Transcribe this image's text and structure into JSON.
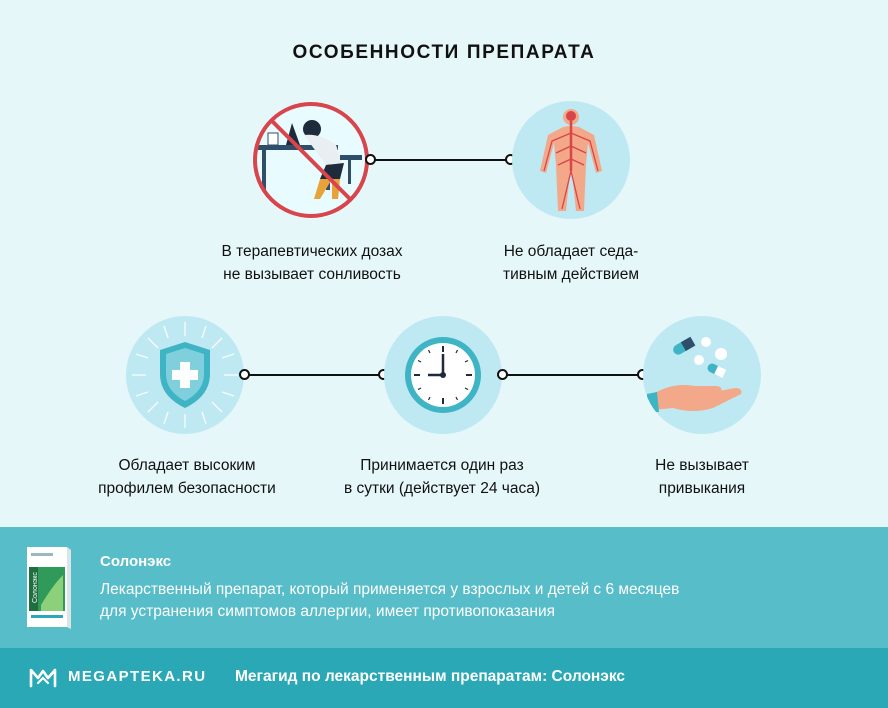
{
  "title": "ОСОБЕННОСТИ ПРЕПАРАТА",
  "features": [
    {
      "line1": "В терапевтических дозах",
      "line2": "не вызывает сонливость"
    },
    {
      "line1": "Не обладает седа-",
      "line2": "тивным действием"
    },
    {
      "line1": "Обладает высоким",
      "line2": "профилем безопасности"
    },
    {
      "line1": "Принимается один раз",
      "line2": "в сутки (действует 24 часа)"
    },
    {
      "line1": "Не вызывает",
      "line2": "привыкания"
    }
  ],
  "product": {
    "name": "Солонэкс",
    "description_line1": "Лекарственный препарат, который применяется у взрослых и детей с 6 месяцев",
    "description_line2": "для устранения симптомов аллергии, имеет противопоказания",
    "pack_label": "Солонэкс"
  },
  "footer": {
    "logo_text": "MEGAPTEKA.RU",
    "tagline": "Мегагид по лекарственным препаратам: Солонэкс"
  },
  "colors": {
    "background": "#e6f7f9",
    "circle": "#bfe9f2",
    "info_band": "#57bdc9",
    "footer": "#2aa8b6",
    "prohibition": "#d8454a"
  },
  "icons": [
    "no-sleep-icon",
    "nervous-system-icon",
    "shield-plus-icon",
    "clock-icon",
    "pills-hand-icon",
    "megapteka-logo-icon"
  ]
}
